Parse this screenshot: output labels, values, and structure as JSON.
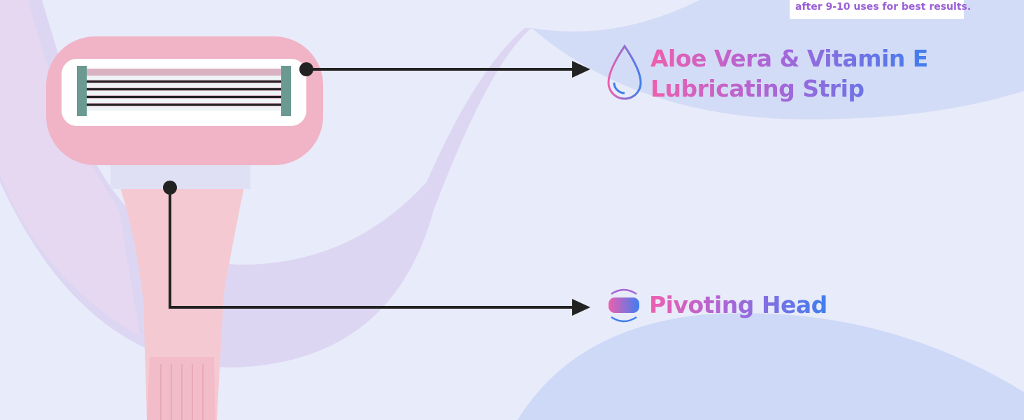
{
  "note": {
    "text": "after 9-10 uses for best results."
  },
  "features": [
    {
      "line1": "Aloe Vera & Vitamin E",
      "line2": "Lubricating Strip",
      "icon": "water-drop-icon"
    },
    {
      "label": "Pivoting Head",
      "icon": "pivot-rotate-icon"
    }
  ],
  "colors": {
    "pink": "#ee5fae",
    "purple": "#a866d8",
    "blue": "#3f7ef0",
    "razor": "#f2b8c8"
  }
}
